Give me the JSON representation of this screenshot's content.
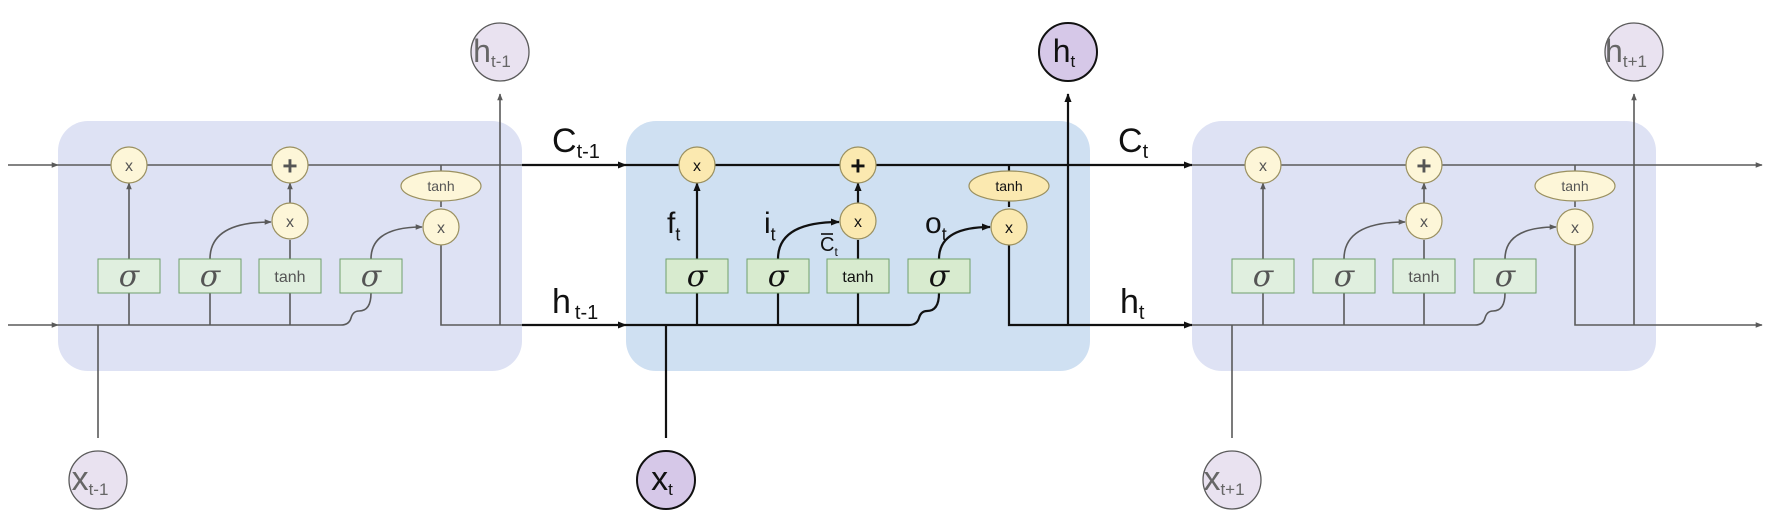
{
  "cells": [
    {
      "id": "prev",
      "active": false,
      "output": {
        "main": "h",
        "sub": "t-1"
      },
      "input": {
        "main": "x",
        "sub": "t-1"
      },
      "ops": {
        "forget_mult": "x",
        "input_mult": "x",
        "output_mult": "x",
        "add": "+"
      },
      "gates": {
        "forget": "σ",
        "input": "σ",
        "candidate": "tanh",
        "output": "σ"
      },
      "tanh_label": "tanh",
      "gate_labels": null
    },
    {
      "id": "current",
      "active": true,
      "output": {
        "main": "h",
        "sub": "t"
      },
      "input": {
        "main": "x",
        "sub": "t"
      },
      "ops": {
        "forget_mult": "x",
        "input_mult": "x",
        "output_mult": "x",
        "add": "+"
      },
      "gates": {
        "forget": "σ",
        "input": "σ",
        "candidate": "tanh",
        "output": "σ"
      },
      "tanh_label": "tanh",
      "gate_labels": {
        "f": {
          "main": "f",
          "sub": "t"
        },
        "i": {
          "main": "i",
          "sub": "t"
        },
        "c": {
          "main": "C",
          "sub": "t"
        },
        "o": {
          "main": "o",
          "sub": "t"
        }
      }
    },
    {
      "id": "next",
      "active": false,
      "output": {
        "main": "h",
        "sub": "t+1"
      },
      "input": {
        "main": "x",
        "sub": "t+1"
      },
      "ops": {
        "forget_mult": "x",
        "input_mult": "x",
        "output_mult": "x",
        "add": "+"
      },
      "gates": {
        "forget": "σ",
        "input": "σ",
        "candidate": "tanh",
        "output": "σ"
      },
      "tanh_label": "tanh",
      "gate_labels": null
    }
  ],
  "flow_labels": {
    "c_in": {
      "main": "C",
      "sub": "t-1"
    },
    "h_in": {
      "main": "h",
      "sub": "t-1"
    },
    "c_out": {
      "main": "C",
      "sub": "t"
    },
    "h_out": {
      "main": "h",
      "sub": "t"
    }
  },
  "colors": {
    "cell_bg": "#dee2f4",
    "cell_bg_active": "#cfe0f2",
    "gate_fill": "#e0efdf",
    "gate_fill_active": "#d8ebcf",
    "gate_stroke": "#6f9f6b",
    "op_fill": "#fdf6d8",
    "op_fill_active": "#fbe9b0",
    "op_stroke": "#9a9060",
    "node_fill": "#e9e2f0",
    "node_fill_active": "#d6c8e8",
    "line": "#5a5a5a",
    "line_active": "#111111"
  }
}
